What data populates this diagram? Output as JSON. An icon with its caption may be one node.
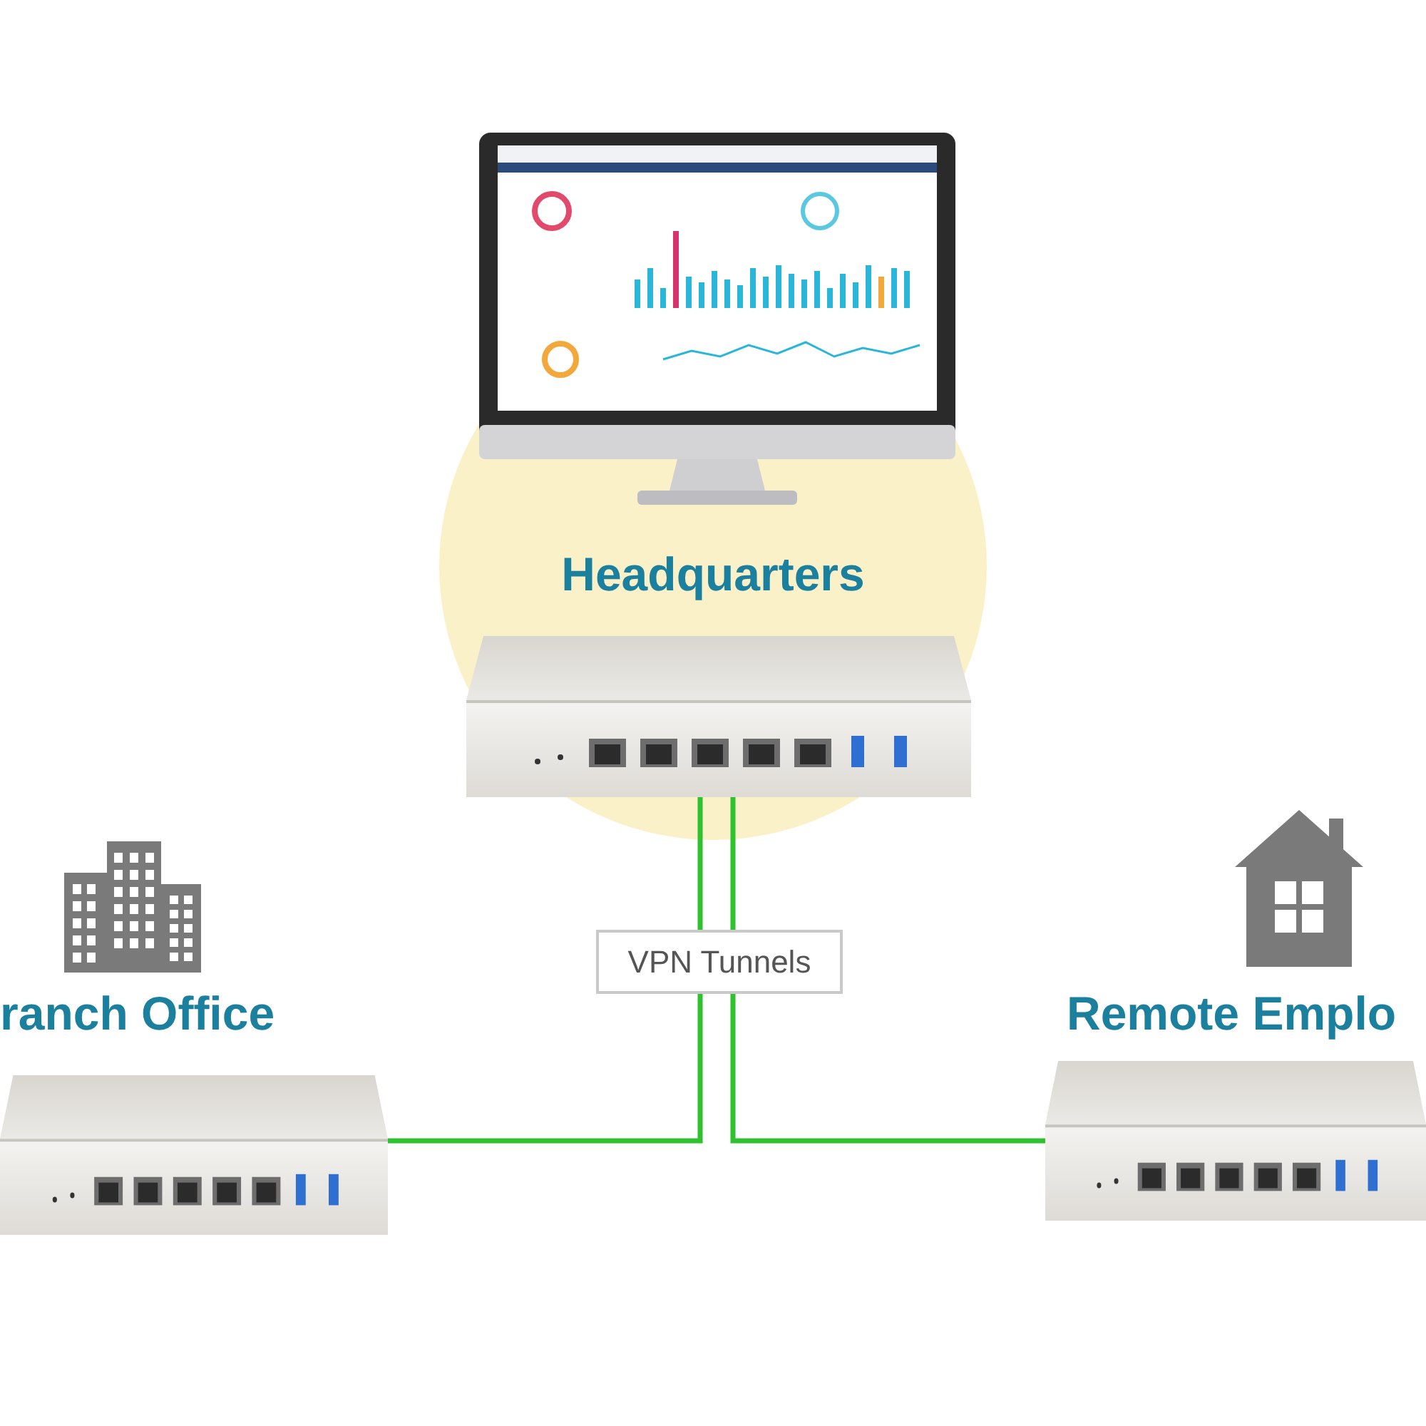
{
  "diagram": {
    "nodes": [
      {
        "text": [
          "Headquarters"
        ]
      },
      {
        "text": [],
        "shape": "picture"
      },
      {
        "text": [],
        "shape": "picture"
      },
      {
        "text": [
          "ranch Office"
        ]
      },
      {
        "text": [],
        "shape": "picture"
      },
      {
        "text": [
          "Remote Emplo"
        ]
      },
      {
        "text": [],
        "shape": "picture"
      }
    ],
    "edges": [
      {
        "from": 2,
        "to": 4,
        "arrow": "none"
      },
      {
        "from": 2,
        "to": 6,
        "arrow": "none"
      }
    ],
    "labels": [
      "VPN Tunnels"
    ]
  }
}
